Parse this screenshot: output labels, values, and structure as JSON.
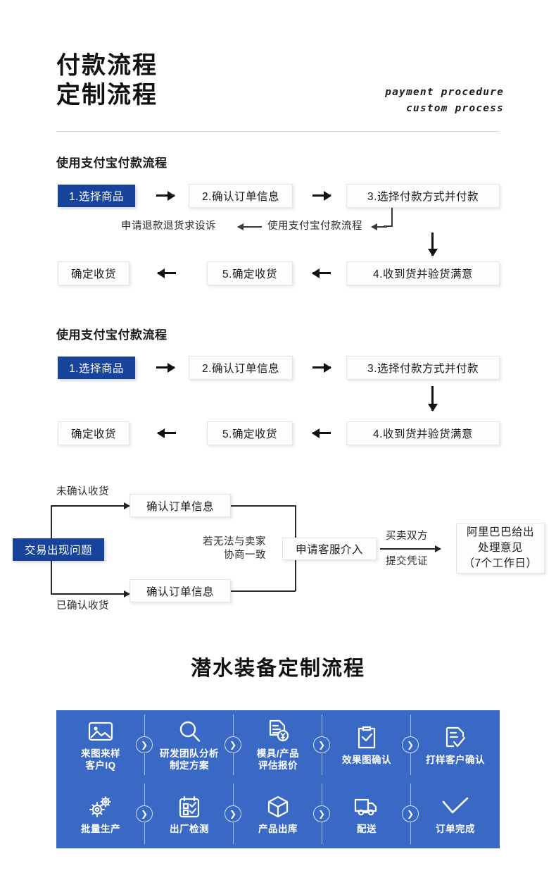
{
  "header": {
    "title_line1": "付款流程",
    "title_line2": "定制流程",
    "en_line1": "payment procedure",
    "en_line2": "custom process"
  },
  "flow1": {
    "section_title": "使用支付宝付款流程",
    "step1": "1.选择商品",
    "step2": "2.确认订单信息",
    "step3": "3.选择付款方式并付款",
    "return_left": "申请退款退货求设诉",
    "return_right": "使用支付宝付款流程",
    "step4": "4.收到货并验货满意",
    "step5": "5.确定收货",
    "step6": "确定收货"
  },
  "flow2": {
    "section_title": "使用支付宝付款流程",
    "step1": "1.选择商品",
    "step2": "2.确认订单信息",
    "step3": "3.选择付款方式并付款",
    "step4": "4.收到货并验货满意",
    "step5": "5.确定收货",
    "step6": "确定收货"
  },
  "flow3": {
    "start": "交易出现问题",
    "branch_top_label": "未确认收货",
    "branch_bottom_label": "已确认收货",
    "box_top": "确认订单信息",
    "box_bottom": "确认订单信息",
    "middle_note_line1": "若无法与卖家",
    "middle_note_line2": "协商一致",
    "box_service": "申请客服介入",
    "arrow_label_top": "买卖双方",
    "arrow_label_bottom": "提交凭证",
    "result_line1": "阿里巴巴给出",
    "result_line2": "处理意见",
    "result_line3": "（7个工作日）"
  },
  "custom": {
    "title": "潜水装备定制流程",
    "accent": "#3969c4",
    "steps": [
      {
        "icon": "image-icon",
        "label_line1": "来图来样",
        "label_line2": "客户IQ"
      },
      {
        "icon": "search-icon",
        "label_line1": "研发团队分析",
        "label_line2": "制定方案"
      },
      {
        "icon": "quote-doc-icon",
        "label_line1": "模具/产品",
        "label_line2": "评估报价"
      },
      {
        "icon": "clipboard-check-icon",
        "label_line1": "效果图确认",
        "label_line2": ""
      },
      {
        "icon": "doc-check-icon",
        "label_line1": "打样客户确认",
        "label_line2": ""
      },
      {
        "icon": "gears-icon",
        "label_line1": "批量生产",
        "label_line2": ""
      },
      {
        "icon": "checklist-icon",
        "label_line1": "出厂检测",
        "label_line2": ""
      },
      {
        "icon": "box-icon",
        "label_line1": "产品出库",
        "label_line2": ""
      },
      {
        "icon": "truck-icon",
        "label_line1": "配送",
        "label_line2": ""
      },
      {
        "icon": "check-icon",
        "label_line1": "订单完成",
        "label_line2": ""
      }
    ]
  },
  "colors": {
    "flow_blue": "#17439b",
    "grid_blue": "#3969c4"
  }
}
